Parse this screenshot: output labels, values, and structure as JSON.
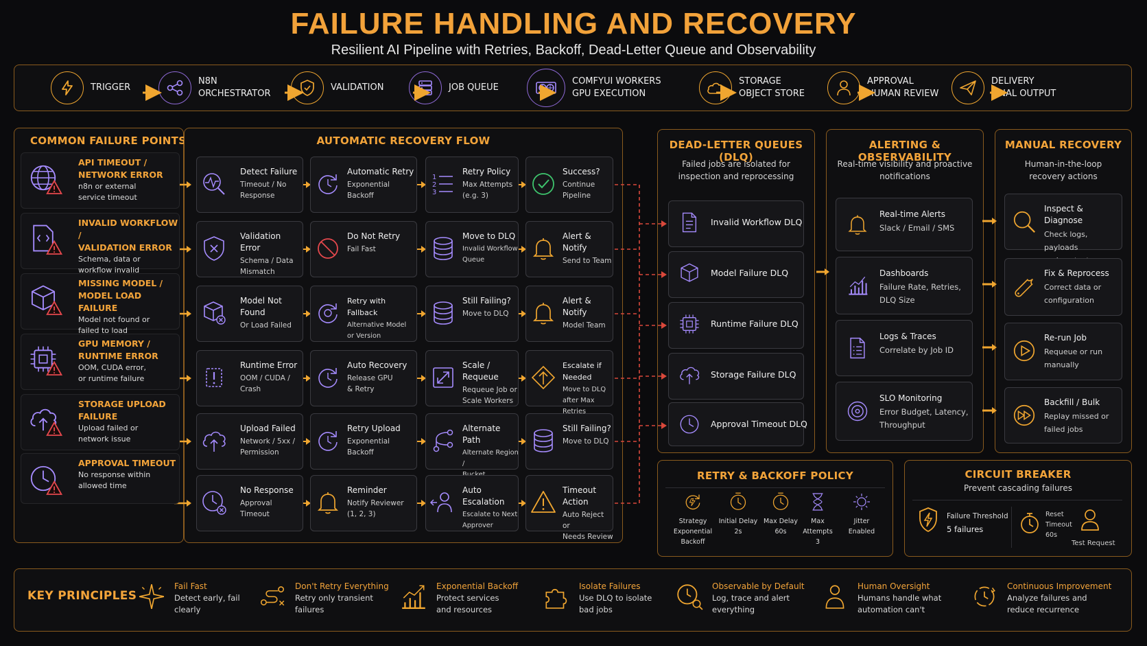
{
  "header": {
    "title": "FAILURE HANDLING AND RECOVERY",
    "subtitle": "Resilient AI Pipeline with Retries, Backoff, Dead-Letter Queue and Observability"
  },
  "pipeline": [
    {
      "icon": "lightning-icon",
      "line1": "TRIGGER",
      "line2": ""
    },
    {
      "icon": "share-nodes-icon",
      "line1": "N8N",
      "line2": "ORCHESTRATOR"
    },
    {
      "icon": "shield-check-icon",
      "line1": "VALIDATION",
      "line2": ""
    },
    {
      "icon": "server-stack-icon",
      "line1": "JOB QUEUE",
      "line2": ""
    },
    {
      "icon": "gpu-card-icon",
      "line1": "COMFYUI WORKERS",
      "line2": "GPU EXECUTION"
    },
    {
      "icon": "cloud-icon",
      "line1": "STORAGE",
      "line2": "OBJECT STORE"
    },
    {
      "icon": "user-icon",
      "line1": "APPROVAL",
      "line2": "HUMAN REVIEW"
    },
    {
      "icon": "paper-plane-icon",
      "line1": "DELIVERY",
      "line2": "FINAL OUTPUT"
    }
  ],
  "failure_points": {
    "title": "COMMON FAILURE POINTS",
    "items": [
      {
        "icon": "globe-warning-icon",
        "title1": "API TIMEOUT /",
        "title2": "NETWORK ERROR",
        "desc1": "n8n or external",
        "desc2": "service timeout"
      },
      {
        "icon": "code-file-warning-icon",
        "title1": "INVALID WORKFLOW /",
        "title2": "VALIDATION ERROR",
        "desc1": "Schema, data or",
        "desc2": "workflow invalid"
      },
      {
        "icon": "cube-warning-icon",
        "title1": "MISSING MODEL /",
        "title2": "MODEL LOAD FAILURE",
        "desc1": "Model not found or",
        "desc2": "failed to load"
      },
      {
        "icon": "chip-warning-icon",
        "title1": "GPU MEMORY /",
        "title2": "RUNTIME ERROR",
        "desc1": "OOM, CUDA error,",
        "desc2": "or runtime failure"
      },
      {
        "icon": "cloud-upload-warning-icon",
        "title1": "STORAGE UPLOAD",
        "title2": "FAILURE",
        "desc1": "Upload failed or",
        "desc2": "network issue"
      },
      {
        "icon": "clock-warning-icon",
        "title1": "APPROVAL TIMEOUT",
        "title2": "",
        "desc1": "No response within",
        "desc2": "allowed time"
      }
    ]
  },
  "recovery": {
    "title": "AUTOMATIC RECOVERY FLOW",
    "rows": [
      [
        {
          "icon": "pulse-search-icon",
          "title": "Detect Failure",
          "desc1": "Timeout / No",
          "desc2": "Response",
          "desc3": ""
        },
        {
          "icon": "retry-icon",
          "title": "Automatic Retry",
          "desc1": "Exponential",
          "desc2": "Backoff",
          "desc3": ""
        },
        {
          "icon": "numbered-list-icon",
          "title": "Retry Policy",
          "desc1": "Max Attempts",
          "desc2": "(e.g. 3)",
          "desc3": ""
        },
        {
          "icon": "check-circle-icon",
          "title": "Success?",
          "desc1": "Continue",
          "desc2": "Pipeline",
          "desc3": ""
        }
      ],
      [
        {
          "icon": "shield-x-icon",
          "title": "Validation Error",
          "desc1": "Schema / Data",
          "desc2": "Mismatch",
          "desc3": ""
        },
        {
          "icon": "no-entry-icon",
          "title": "Do Not Retry",
          "desc1": "Fail Fast",
          "desc2": "",
          "desc3": ""
        },
        {
          "icon": "database-icon",
          "title": "Move to DLQ",
          "desc1": "Invalid Workflow",
          "desc2": "Queue",
          "desc3": ""
        },
        {
          "icon": "bell-icon",
          "title": "Alert & Notify",
          "desc1": "Send to Team",
          "desc2": "",
          "desc3": ""
        }
      ],
      [
        {
          "icon": "cube-x-icon",
          "title": "Model Not Found",
          "desc1": "Or Load Failed",
          "desc2": "",
          "desc3": ""
        },
        {
          "icon": "retry-fallback-icon",
          "title": "Retry with Fallback",
          "desc1": "Alternative Model",
          "desc2": "or Version",
          "desc3": ""
        },
        {
          "icon": "database-icon",
          "title": "Still Failing?",
          "desc1": "Move to DLQ",
          "desc2": "",
          "desc3": ""
        },
        {
          "icon": "bell-icon",
          "title": "Alert & Notify",
          "desc1": "Model Team",
          "desc2": "",
          "desc3": ""
        }
      ],
      [
        {
          "icon": "chip-alert-icon",
          "title": "Runtime Error",
          "desc1": "OOM / CUDA /",
          "desc2": "Crash",
          "desc3": ""
        },
        {
          "icon": "retry-icon",
          "title": "Auto Recovery",
          "desc1": "Release GPU",
          "desc2": "& Retry",
          "desc3": ""
        },
        {
          "icon": "scale-arrows-icon",
          "title": "Scale / Requeue",
          "desc1": "Requeue Job or",
          "desc2": "Scale Workers",
          "desc3": ""
        },
        {
          "icon": "escalate-icon",
          "title": "Escalate if Needed",
          "desc1": "Move to DLQ",
          "desc2": "after Max Retries",
          "desc3": ""
        }
      ],
      [
        {
          "icon": "cloud-upload-icon",
          "title": "Upload Failed",
          "desc1": "Network / 5xx /",
          "desc2": "Permission",
          "desc3": ""
        },
        {
          "icon": "retry-icon",
          "title": "Retry Upload",
          "desc1": "Exponential",
          "desc2": "Backoff",
          "desc3": ""
        },
        {
          "icon": "branch-path-icon",
          "title": "Alternate Path",
          "desc1": "Alternate Region /",
          "desc2": "Bucket",
          "desc3": ""
        },
        {
          "icon": "database-icon",
          "title": "Still Failing?",
          "desc1": "Move to DLQ",
          "desc2": "",
          "desc3": ""
        }
      ],
      [
        {
          "icon": "clock-x-icon",
          "title": "No Response",
          "desc1": "Approval",
          "desc2": "Timeout",
          "desc3": ""
        },
        {
          "icon": "bell-icon",
          "title": "Reminder",
          "desc1": "Notify Reviewer",
          "desc2": "(1, 2, 3)",
          "desc3": ""
        },
        {
          "icon": "user-escalation-icon",
          "title": "Auto Escalation",
          "desc1": "Escalate to Next",
          "desc2": "Approver",
          "desc3": ""
        },
        {
          "icon": "warning-triangle-icon",
          "title": "Timeout Action",
          "desc1": "Auto Reject or",
          "desc2": "Needs Review",
          "desc3": ""
        }
      ]
    ]
  },
  "dlq": {
    "title": "DEAD-LETTER QUEUES (DLQ)",
    "desc1": "Failed jobs are isolated for",
    "desc2": "inspection and reprocessing",
    "items": [
      {
        "icon": "document-icon",
        "label": "Invalid Workflow DLQ"
      },
      {
        "icon": "cube-icon",
        "label": "Model Failure DLQ"
      },
      {
        "icon": "chip-icon",
        "label": "Runtime Failure DLQ"
      },
      {
        "icon": "cloud-upload-icon",
        "label": "Storage Failure DLQ"
      },
      {
        "icon": "clock-icon",
        "label": "Approval Timeout DLQ"
      }
    ]
  },
  "alerting": {
    "title": "ALERTING & OBSERVABILITY",
    "desc1": "Real-time visibility and proactive",
    "desc2": "notifications",
    "items": [
      {
        "icon": "bell-icon",
        "title": "Real-time Alerts",
        "desc1": "Slack / Email / SMS",
        "desc2": ""
      },
      {
        "icon": "bar-chart-icon",
        "title": "Dashboards",
        "desc1": "Failure Rate, Retries,",
        "desc2": "DLQ Size"
      },
      {
        "icon": "log-file-icon",
        "title": "Logs & Traces",
        "desc1": "Correlate by Job ID",
        "desc2": ""
      },
      {
        "icon": "target-icon",
        "title": "SLO Monitoring",
        "desc1": "Error Budget, Latency,",
        "desc2": "Throughput"
      }
    ]
  },
  "manual": {
    "title": "MANUAL RECOVERY",
    "desc1": "Human-in-the-loop",
    "desc2": "recovery actions",
    "items": [
      {
        "icon": "magnifier-icon",
        "title": "Inspect & Diagnose",
        "desc1": "Check logs, payloads",
        "desc2": "and context"
      },
      {
        "icon": "wrench-icon",
        "title": "Fix & Reprocess",
        "desc1": "Correct data or",
        "desc2": "configuration"
      },
      {
        "icon": "play-circle-icon",
        "title": "Re-run Job",
        "desc1": "Requeue or run",
        "desc2": "manually"
      },
      {
        "icon": "fast-forward-icon",
        "title": "Backfill / Bulk",
        "desc1": "Replay missed or",
        "desc2": "failed jobs"
      }
    ]
  },
  "retry_policy": {
    "title": "RETRY & BACKOFF POLICY",
    "items": [
      {
        "icon": "strategy-retry-icon",
        "label1": "Strategy",
        "label2": "Exponential Backoff"
      },
      {
        "icon": "clock-icon",
        "label1": "Initial Delay",
        "label2": "2s"
      },
      {
        "icon": "clock-icon",
        "label1": "Max Delay",
        "label2": "60s"
      },
      {
        "icon": "hourglass-icon",
        "label1": "Max Attempts",
        "label2": "3"
      },
      {
        "icon": "jitter-gear-icon",
        "label1": "Jitter",
        "label2": "Enabled"
      }
    ]
  },
  "circuit_breaker": {
    "title": "CIRCUIT BREAKER",
    "desc": "Prevent cascading failures",
    "threshold_label": "Failure Threshold",
    "threshold_value": "5 failures",
    "reset_label1": "Reset",
    "reset_label2": "Timeout",
    "reset_value": "60s",
    "test_label": "Test Request"
  },
  "principles": {
    "title": "KEY PRINCIPLES",
    "items": [
      {
        "icon": "sparkle-icon",
        "title": "Fail Fast",
        "desc1": "Detect early, fail",
        "desc2": "clearly"
      },
      {
        "icon": "route-icon",
        "title": "Don't Retry Everything",
        "desc1": "Retry only transient",
        "desc2": "failures"
      },
      {
        "icon": "growth-chart-icon",
        "title": "Exponential Backoff",
        "desc1": "Protect services",
        "desc2": "and resources"
      },
      {
        "icon": "puzzle-icon",
        "title": "Isolate Failures",
        "desc1": "Use DLQ to isolate",
        "desc2": "bad jobs"
      },
      {
        "icon": "clock-search-icon",
        "title": "Observable by Default",
        "desc1": "Log, trace and alert",
        "desc2": "everything"
      },
      {
        "icon": "people-icon",
        "title": "Human Oversight",
        "desc1": "Humans handle what",
        "desc2": "automation can't"
      },
      {
        "icon": "cycle-icon",
        "title": "Continuous Improvement",
        "desc1": "Analyze failures and",
        "desc2": "reduce recurrence"
      }
    ]
  },
  "colors": {
    "accent": "#f3a43a",
    "icon_purple": "#a68cff",
    "warning_red": "#e5484d",
    "dashed_red": "#d9483b"
  }
}
